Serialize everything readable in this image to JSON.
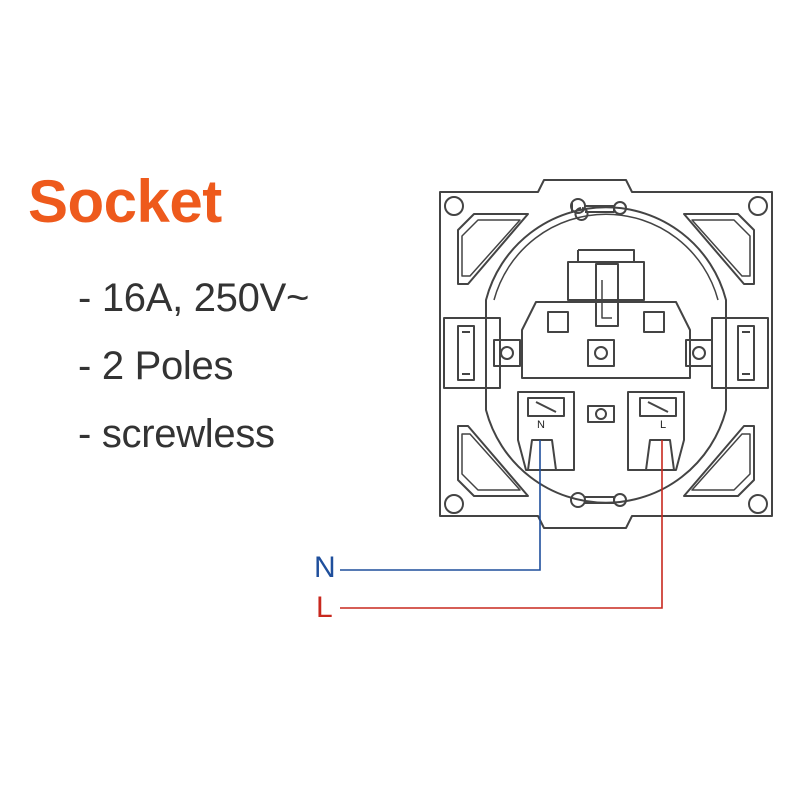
{
  "title": "Socket",
  "specs": [
    "- 16A, 250V~",
    "- 2 Poles",
    "- screwless"
  ],
  "wires": {
    "neutral": {
      "label": "N",
      "color": "#1f4f9c"
    },
    "live": {
      "label": "L",
      "color": "#c8281e"
    }
  },
  "terminals": {
    "neutral": "N",
    "live": "L"
  },
  "colors": {
    "accent": "#ee5a1c",
    "outline": "#444444"
  }
}
